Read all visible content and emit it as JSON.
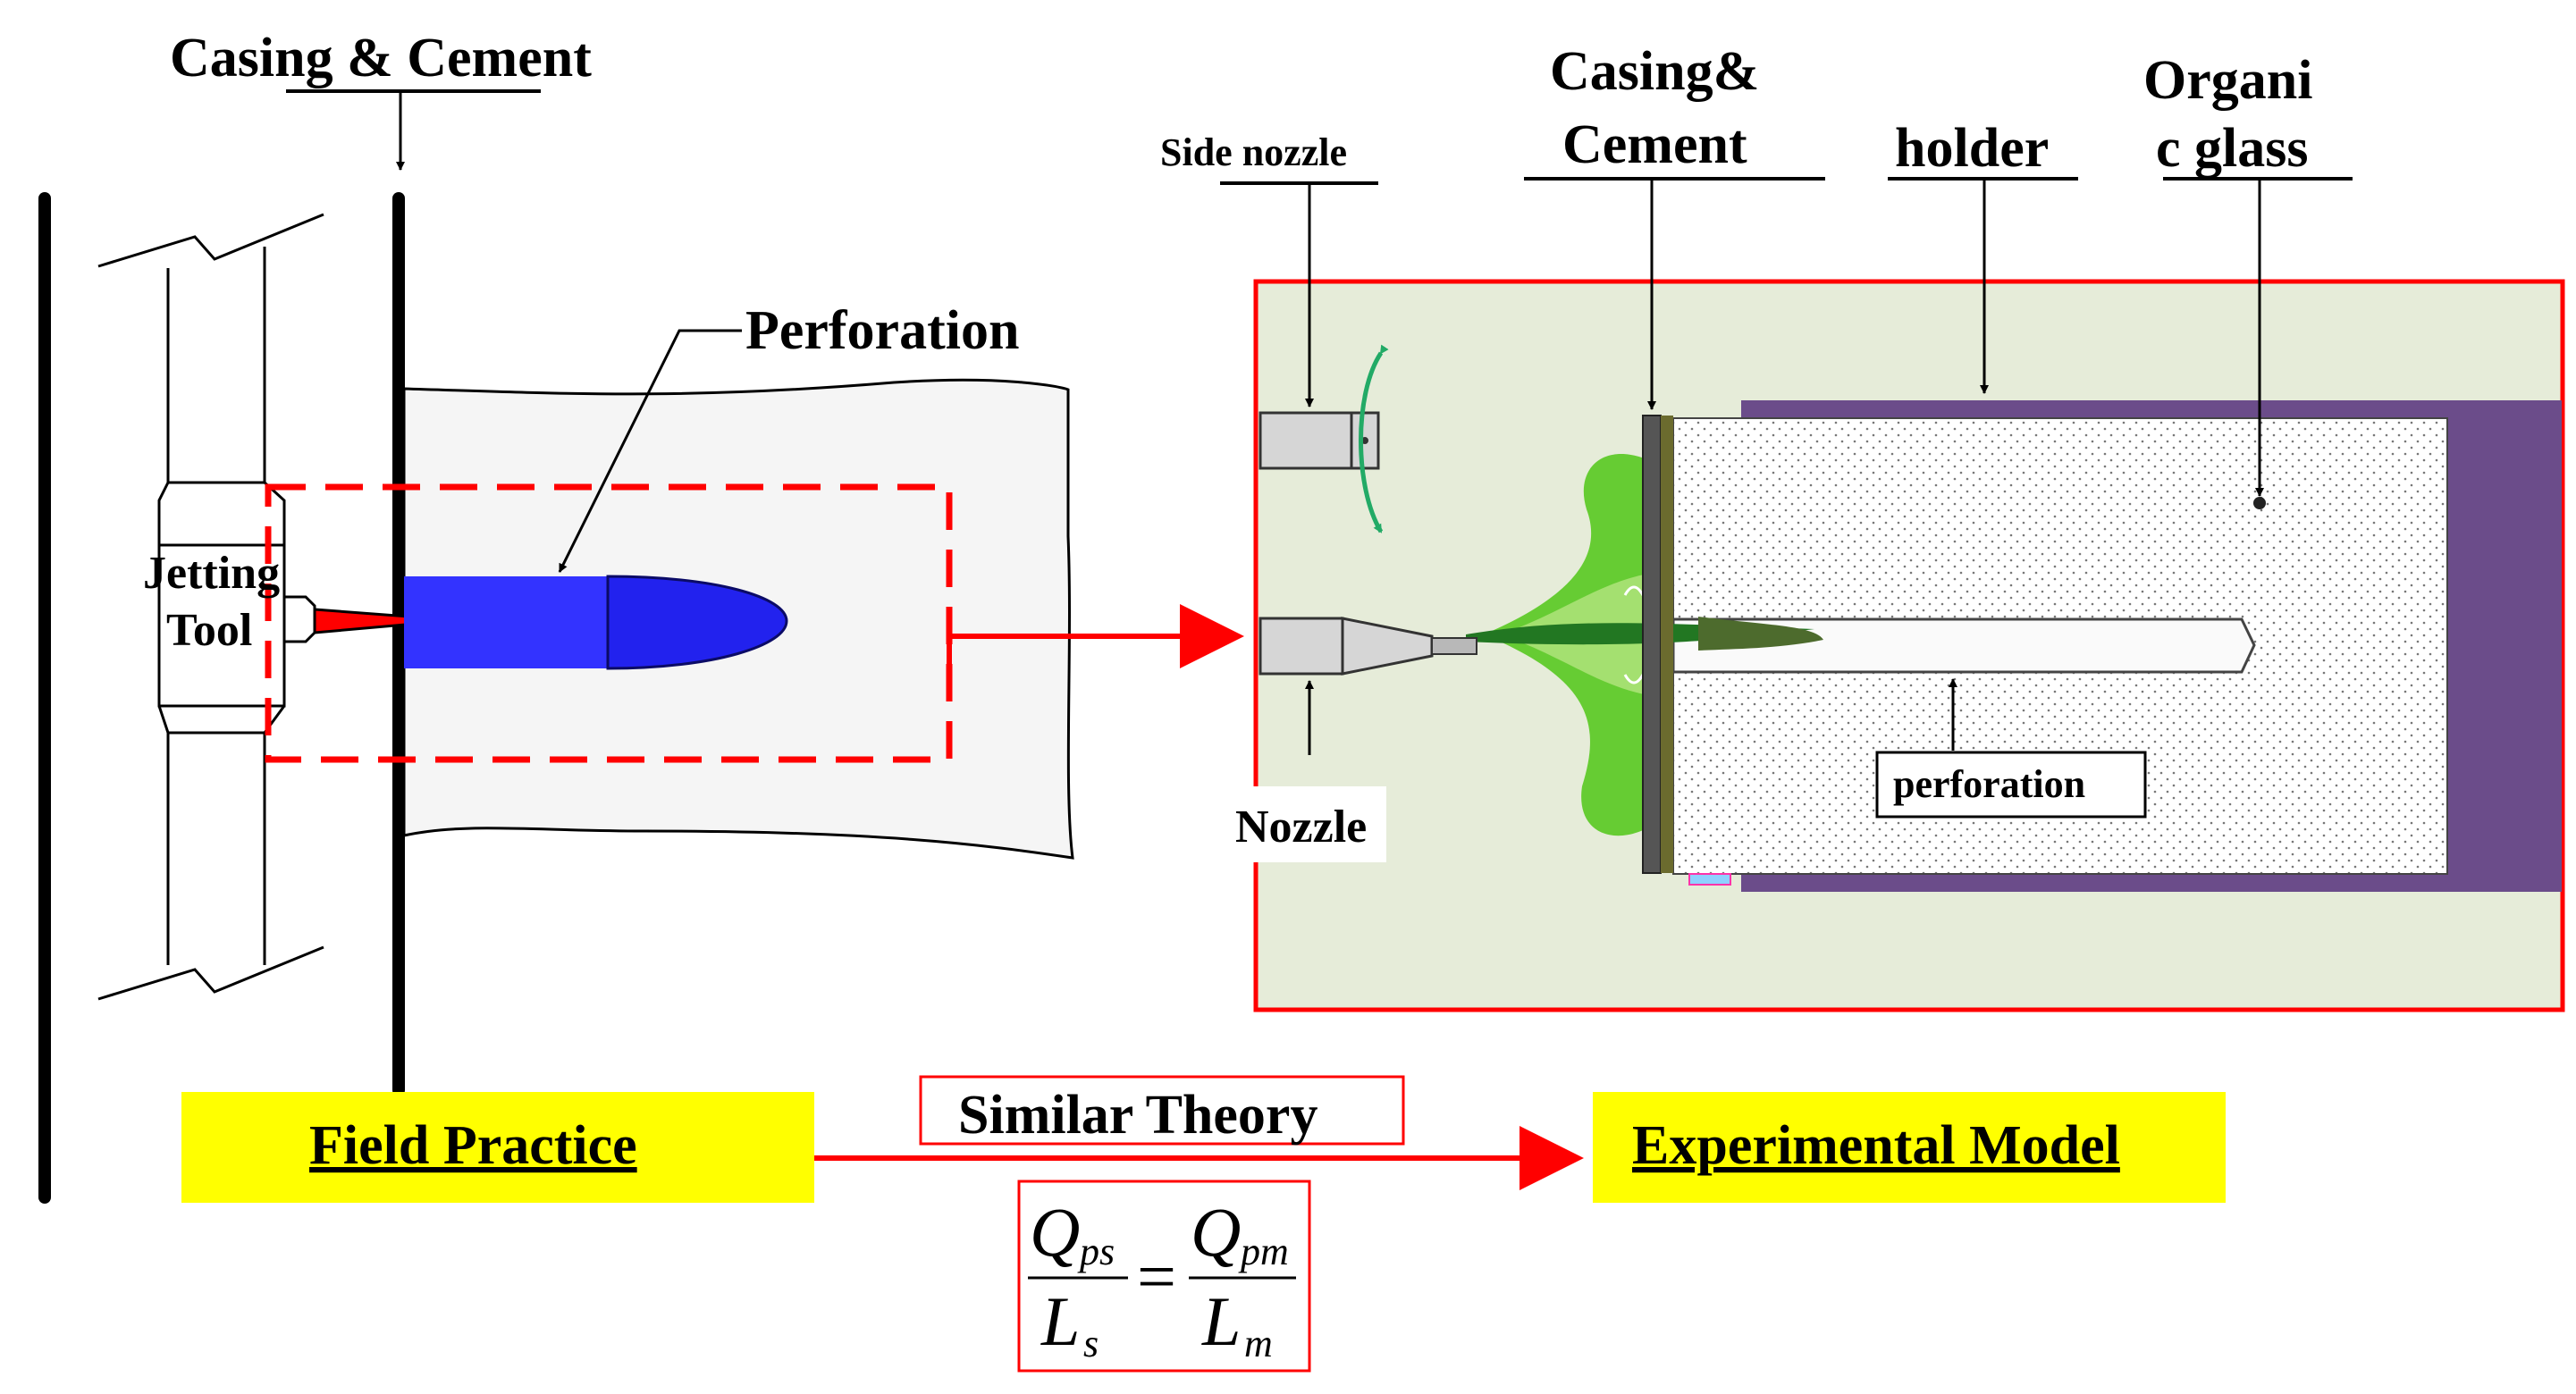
{
  "labels": {
    "casing_cement_left": "Casing & Cement",
    "perforation_left": "Perforation",
    "jetting_tool_line1": "Jetting",
    "jetting_tool_line2": "Tool",
    "side_nozzle": "Side nozzle",
    "casing_cement_right_line1": "Casing&",
    "casing_cement_right_line2": "Cement",
    "holder": "holder",
    "organic_glass_line1": "Organi",
    "organic_glass_line2": "c glass",
    "nozzle": "Nozzle",
    "perforation_right": "perforation",
    "field_practice": "Field Practice",
    "similar_theory": "Similar Theory",
    "experimental_model": "Experimental Model"
  },
  "equation": {
    "left_numerator": "Q",
    "left_numerator_sub": "ps",
    "left_denominator": "L",
    "left_denominator_sub": "s",
    "operator": "=",
    "right_numerator": "Q",
    "right_numerator_sub": "pm",
    "right_denominator": "L",
    "right_denominator_sub": "m"
  },
  "colors": {
    "red": "#ff0000",
    "yellow": "#ffff00",
    "blue": "#3333ff",
    "purple": "#6b4c8a",
    "green_bg": "#e6ecd9",
    "green": "#44cc22"
  }
}
